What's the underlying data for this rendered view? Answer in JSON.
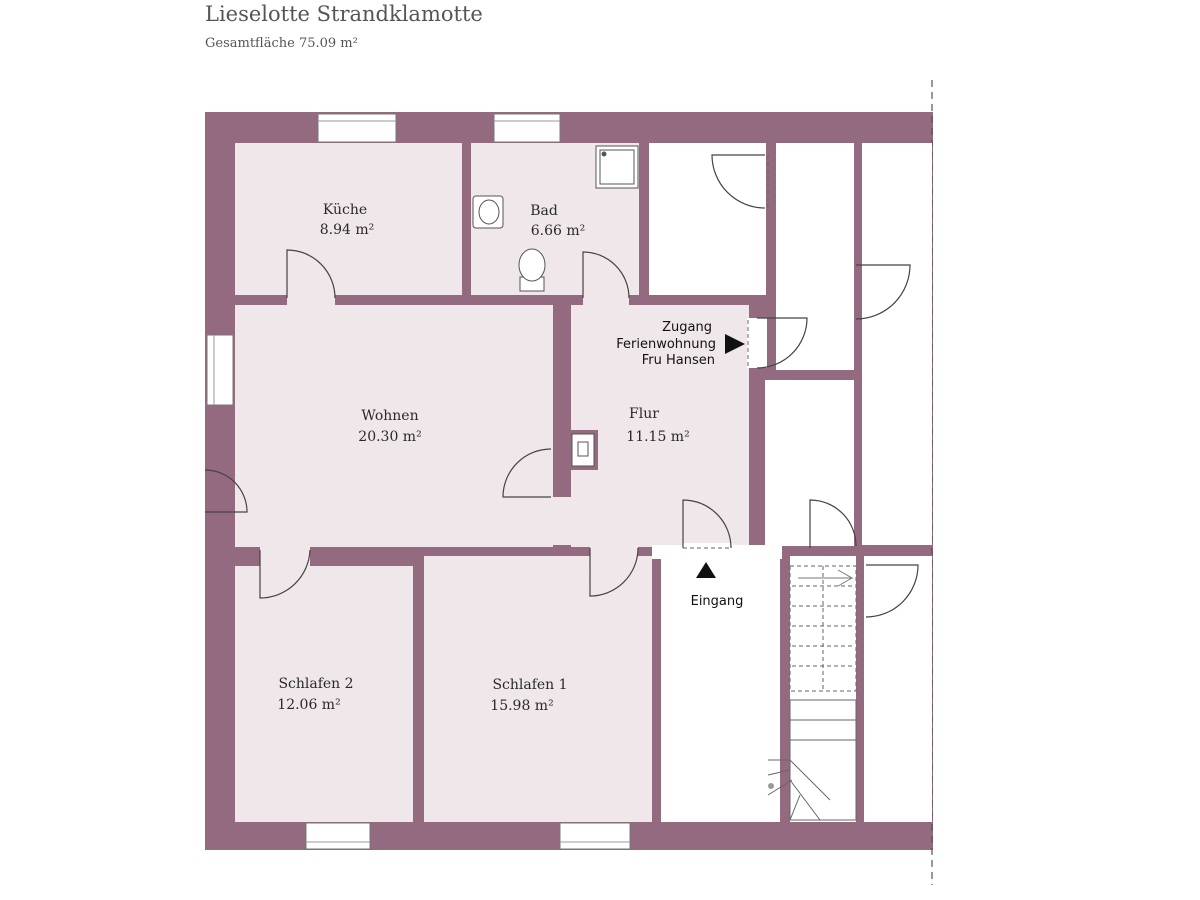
{
  "header": {
    "title": "Lieselotte Strandklamotte",
    "subtitle": "Gesamtfläche 75.09 m²"
  },
  "colors": {
    "wall": "#946a80",
    "room": "#efe7ea",
    "line": "#333333",
    "background": "#ffffff"
  },
  "rooms": {
    "kueche": {
      "name": "Küche",
      "area": "8.94 m²"
    },
    "bad": {
      "name": "Bad",
      "area": "6.66 m²"
    },
    "wohnen": {
      "name": "Wohnen",
      "area": "20.30 m²"
    },
    "flur": {
      "name": "Flur",
      "area": "11.15 m²"
    },
    "schlafen2": {
      "name": "Schlafen 2",
      "area": "12.06 m²"
    },
    "schlafen1": {
      "name": "Schlafen 1",
      "area": "15.98 m²"
    }
  },
  "notes": {
    "zugang_line1": "Zugang",
    "zugang_line2": "Ferienwohnung",
    "zugang_line3": "Fru Hansen",
    "eingang": "Eingang"
  },
  "icons": [
    "arrow-right-icon",
    "arrow-up-icon",
    "sink-icon",
    "toilet-icon",
    "shower-icon",
    "stairs-icon",
    "chimney-icon"
  ]
}
